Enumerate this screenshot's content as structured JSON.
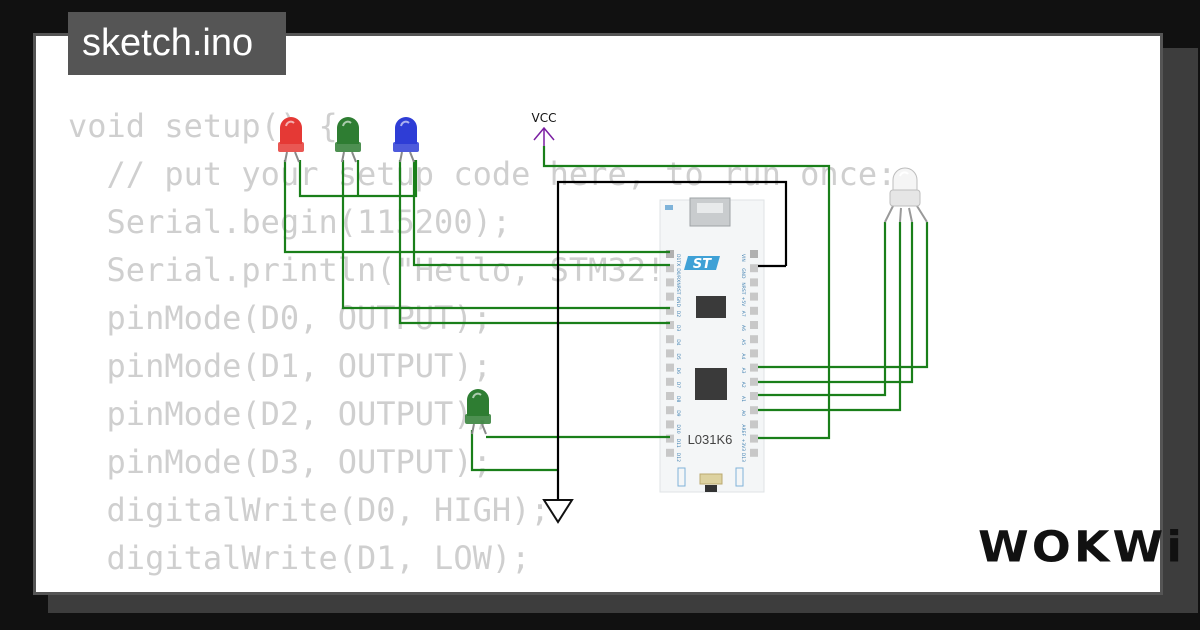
{
  "header": {
    "filename": "sketch.ino"
  },
  "editor": {
    "code_lines": [
      "void setup() {",
      "  // put your setup code here, to run once:",
      "  Serial.begin(115200);",
      "  Serial.println(\"Hello, STM32!\");",
      "  pinMode(D0, OUTPUT);",
      "  pinMode(D1, OUTPUT);",
      "  pinMode(D2, OUTPUT);",
      "  pinMode(D3, OUTPUT);",
      "  digitalWrite(D0, HIGH);",
      "  digitalWrite(D1, LOW);"
    ]
  },
  "circuit": {
    "vcc_label": "VCC",
    "board_name": "L031K6",
    "st_logo_text": "ST",
    "left_pins": [
      "D1TX",
      "D0/RX",
      "NRST",
      "GND",
      "D2",
      "D3",
      "D4",
      "D5",
      "D6",
      "D7",
      "D8",
      "D9",
      "D10",
      "D11",
      "D12"
    ],
    "right_pins": [
      "VIN",
      "GND",
      "NRST",
      "+5V",
      "A7",
      "A6",
      "A5",
      "A4",
      "A3",
      "A2",
      "A1",
      "A0",
      "AREF",
      "+3V3",
      "D13"
    ],
    "leds": [
      {
        "name": "red-led",
        "color": "#e53935"
      },
      {
        "name": "green-led",
        "color": "#2e7d32"
      },
      {
        "name": "blue-led",
        "color": "#2e3dd6"
      },
      {
        "name": "green-led-2",
        "color": "#2e7d32"
      },
      {
        "name": "rgb-led",
        "color": "#eeeeee"
      }
    ],
    "wire_color": "#1a7f1a",
    "power_wire_color": "#000000"
  },
  "branding": {
    "logo": "WOKWi"
  }
}
